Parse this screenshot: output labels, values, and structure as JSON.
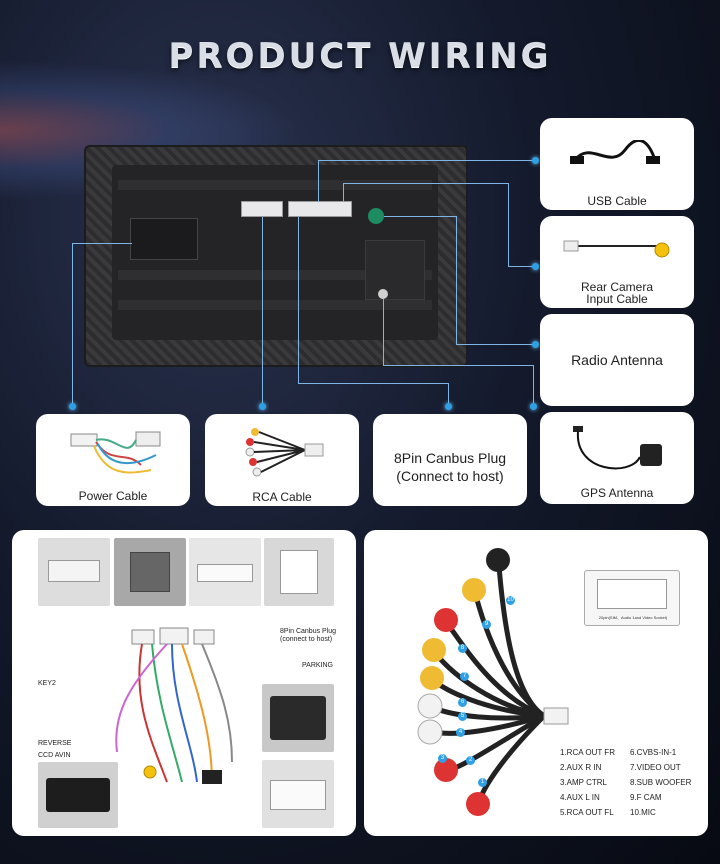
{
  "title": "PRODUCT WIRING",
  "callouts": {
    "usb": "USB Cable",
    "rear_camera_line1": "Rear Camera",
    "rear_camera_line2": "Input Cable",
    "radio_antenna": "Radio Antenna",
    "power_cable": "Power Cable",
    "rca_cable": "RCA Cable",
    "canbus_line1": "8Pin Canbus Plug",
    "canbus_line2": "(Connect to host)",
    "gps_antenna": "GPS Antenna"
  },
  "left_panel": {
    "canbus_label_line1": "8Pin Canbus Plug",
    "canbus_label_line2": "(connect to host)",
    "parking": "PARKING",
    "key2": "KEY2",
    "reverse": "REVERSE",
    "ccd_avin": "CCD AVIN"
  },
  "right_panel": {
    "socket_caption": "20pin(SIM、Audio 1and Video Socket)",
    "legend": [
      "1.RCA OUT FR",
      "2.AUX R IN",
      "3.AMP CTRL",
      "4.AUX L IN",
      "5.RCA OUT FL",
      "6.CVBS-IN-1",
      "7.VIDEO OUT",
      "8.SUB WOOFER",
      "9.F CAM",
      "10.MIC"
    ],
    "plug_numbers": [
      "10",
      "9",
      "8",
      "7",
      "6",
      "5",
      "4",
      "3",
      "2",
      "1"
    ]
  }
}
